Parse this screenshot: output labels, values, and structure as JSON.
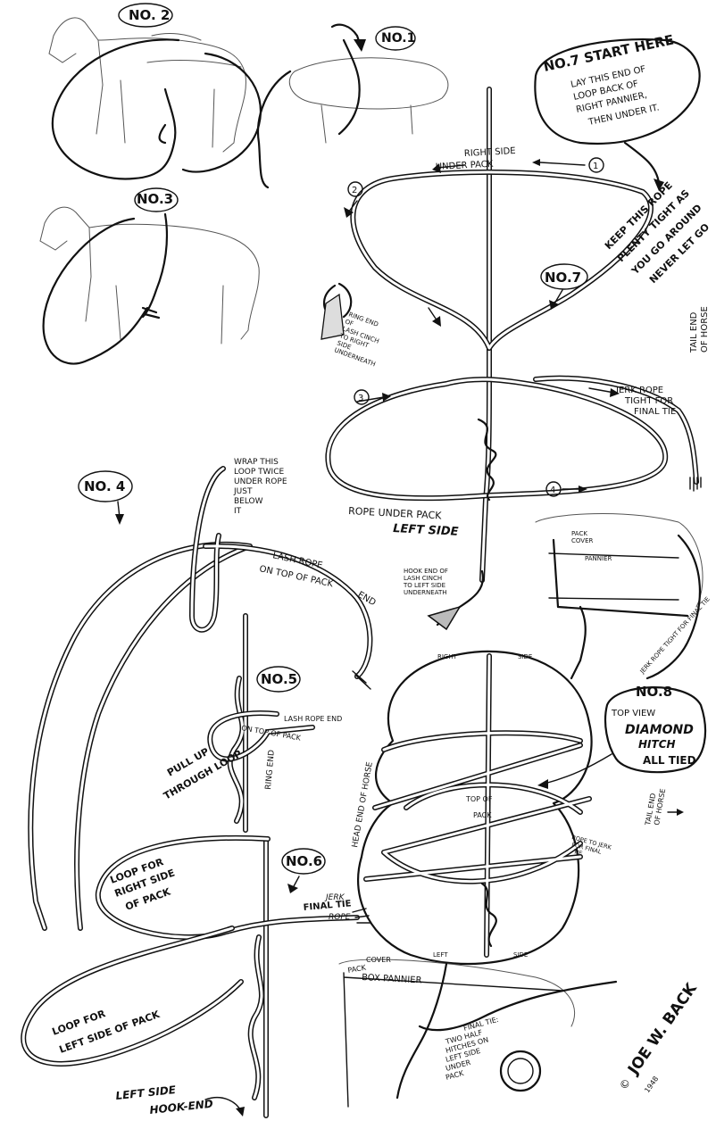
{
  "labels": {
    "no2": "NO. 2",
    "no1": "NO.1",
    "no3": "NO.3",
    "no4": "NO. 4",
    "no5": "NO.5",
    "no6": "NO.6",
    "no7_circle": "NO.7",
    "no8": "NO.8"
  },
  "no7_start": {
    "line1": "NO.7 START HERE",
    "line2": "LAY THIS END OF",
    "line3": "LOOP BACK OF",
    "line4": "RIGHT PANNIER,",
    "line5": "THEN UNDER IT."
  },
  "no7_diagram": {
    "right_side": "RIGHT SIDE",
    "under_pack": "UNDER PACK",
    "step1": "1",
    "step2": "2",
    "step3": "3",
    "step4": "4",
    "keep_line1": "KEEP THIS ROPE",
    "keep_line2": "PLENTY TIGHT AS",
    "keep_line3": "YOU GO AROUND",
    "keep_line4": "NEVER LET GO",
    "ring_end": [
      "RING END",
      "OF",
      "LASH CINCH",
      "TO RIGHT",
      "SIDE",
      "UNDERNEATH"
    ],
    "tail_end_1": "TAIL END",
    "tail_end_2": "OF HORSE",
    "jerk_1": "JERK ROPE",
    "jerk_2": "TIGHT FOR",
    "jerk_3": "FINAL TIE",
    "rope_under_pack": "ROPE UNDER PACK",
    "left_side": "LEFT SIDE",
    "hook_end": [
      "HOOK END OF",
      "LASH CINCH",
      "TO LEFT SIDE",
      "UNDERNEATH"
    ]
  },
  "side_sketch": {
    "pack_cover_1": "PACK",
    "pack_cover_2": "COVER",
    "pannier": "PANNIER",
    "jerk_tight": "JERK ROPE TIGHT FOR FINAL TIE"
  },
  "no4_diagram": {
    "wrap": [
      "WRAP THIS",
      "LOOP TWICE",
      "UNDER ROPE",
      "JUST",
      "BELOW",
      "IT"
    ],
    "lash_rope": "LASH ROPE",
    "on_top": "ON TOP OF PACK",
    "end": "END"
  },
  "no5_diagram": {
    "lash_rope_end": "LASH ROPE END",
    "on_top_pack": "ON TOP OF PACK",
    "pull_up_1": "PULL UP",
    "pull_up_2": "THROUGH LOOP",
    "ring_end": "RING END"
  },
  "no6_diagram": {
    "loop_right_1": "LOOP FOR",
    "loop_right_2": "RIGHT SIDE",
    "loop_right_3": "OF PACK",
    "final_tie": "FINAL TIE",
    "jerk_rope_1": "JERK",
    "jerk_rope_2": "ROPE",
    "loop_left_1": "LOOP FOR",
    "loop_left_2": "LEFT SIDE OF PACK",
    "left_side": "LEFT SIDE",
    "hook_end": "HOOK-END"
  },
  "no8_diagram": {
    "right": "RIGHT",
    "side_top": "SIDE",
    "top_view": "TOP VIEW",
    "diamond": "DIAMOND",
    "hitch": "HITCH",
    "all_tied": "ALL TIED",
    "head_end": "HEAD END OF HORSE",
    "top_of_1": "TOP OF",
    "top_of_2": "PACK",
    "tail_end_1": "TAIL END",
    "tail_end_2": "OF HORSE",
    "rope_to": [
      "ROPE TO JERK",
      "FOR FINAL",
      "TIE"
    ],
    "left": "LEFT",
    "side_bottom": "SIDE"
  },
  "bottom_sketch": {
    "pack": "PACK",
    "cover": "COVER",
    "box_pannier": "BOX PANNIER",
    "final_tie": [
      "FINAL TIE:",
      "TWO HALF",
      "HITCHES ON",
      "LEFT SIDE",
      "UNDER",
      "PACK"
    ]
  },
  "signature": {
    "name": "JOE W. BACK",
    "copyright": "©",
    "year": "1948"
  }
}
